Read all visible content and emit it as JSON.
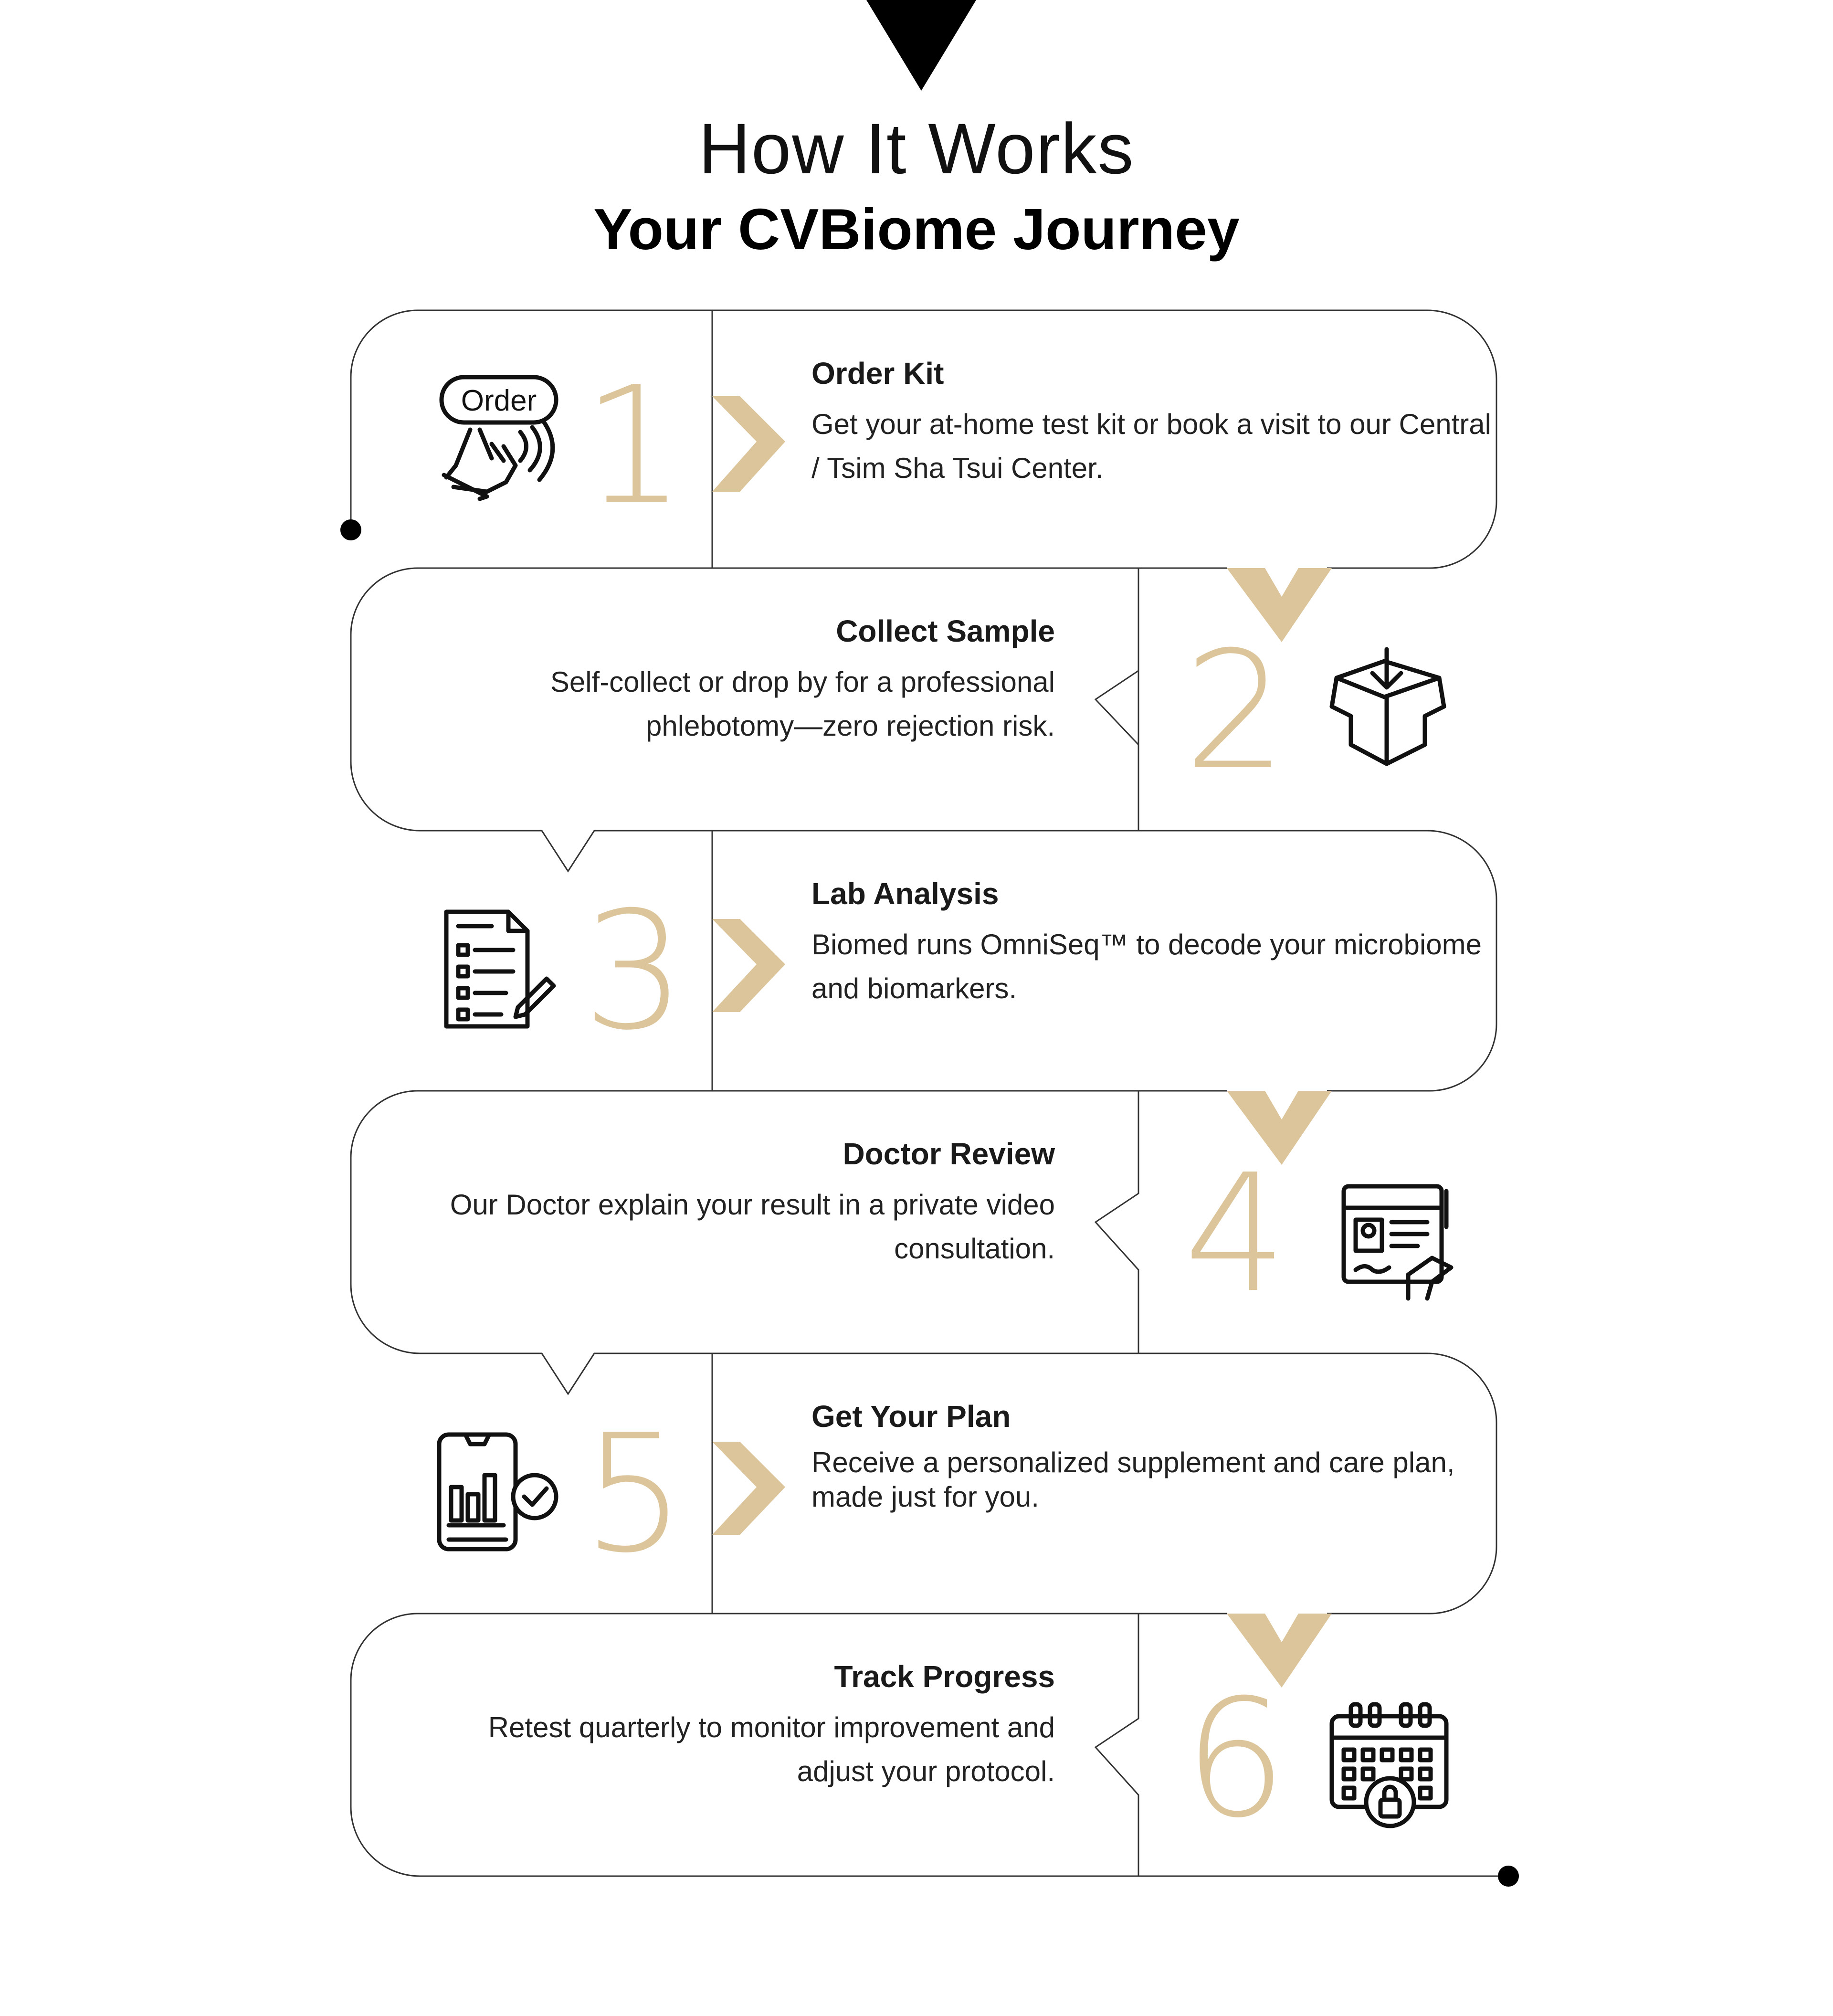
{
  "header": {
    "title": "How It Works",
    "subtitle": "Your CVBiome Journey"
  },
  "colors": {
    "accent": "#dcc59a",
    "line": "#333333",
    "text": "#111111"
  },
  "steps": [
    {
      "number": "1",
      "title": "Order Kit",
      "description": "Get your at-home test kit or book a visit to our Central / Tsim Sha Tsui Center.",
      "icon": "order-hand-icon",
      "icon_text": "Order"
    },
    {
      "number": "2",
      "title": "Collect Sample",
      "description": "Self-collect or drop by for a professional phlebotomy—zero rejection risk.",
      "icon": "box-download-icon"
    },
    {
      "number": "3",
      "title": "Lab Analysis",
      "description": "Biomed runs OmniSeq™ to decode your microbiome and biomarkers.",
      "icon": "document-checklist-icon"
    },
    {
      "number": "4",
      "title": "Doctor Review",
      "description": "Our Doctor explain your result in a private video consultation.",
      "icon": "doctor-profile-sign-icon"
    },
    {
      "number": "5",
      "title": "Get Your Plan",
      "description": "Receive a personalized supplement and care plan, made just for you.",
      "icon": "phone-chart-check-icon"
    },
    {
      "number": "6",
      "title": "Track Progress",
      "description": "Retest quarterly to monitor improvement and adjust your protocol.",
      "icon": "calendar-lock-icon"
    }
  ]
}
